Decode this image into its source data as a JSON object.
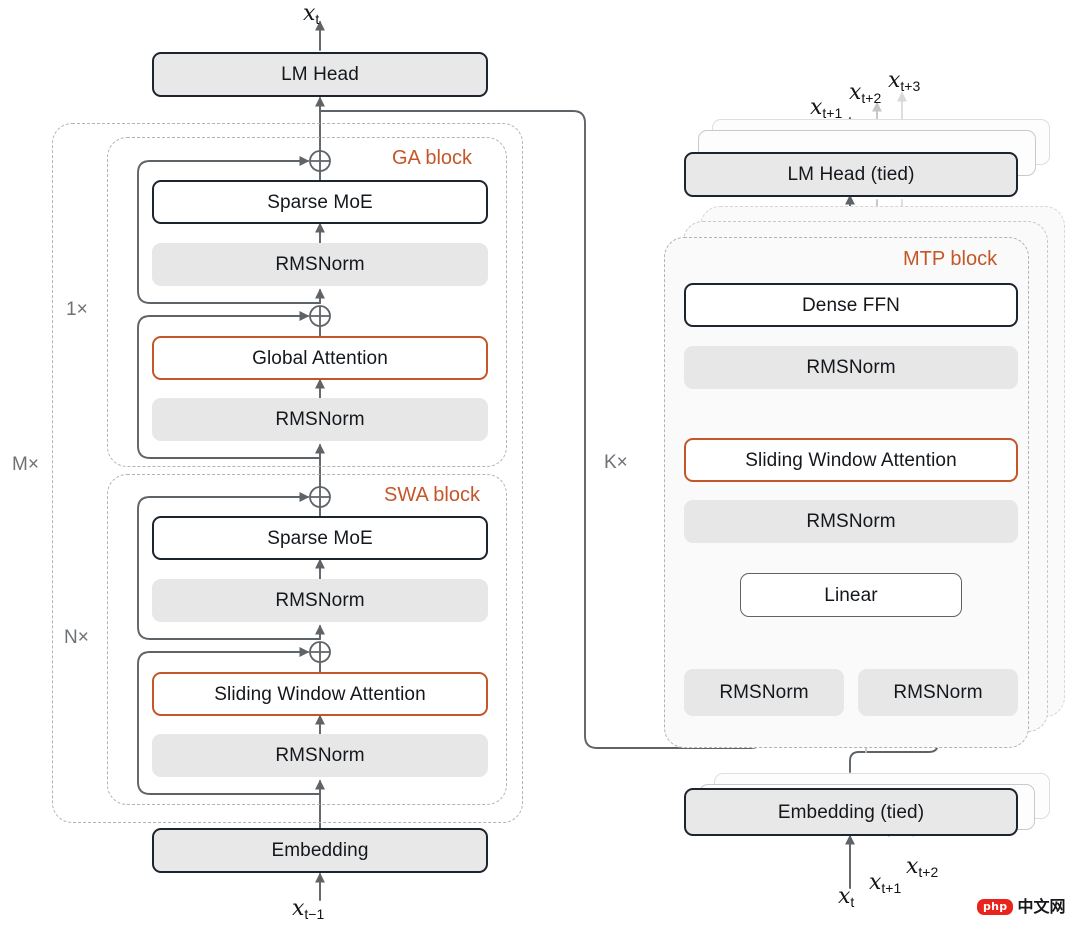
{
  "figure": {
    "title": "Hybrid attention LLM architecture with MTP heads",
    "colors": {
      "accent_orange": "#c4572a",
      "box_border_dark": "#1c2430",
      "norm_fill": "#e7e7e7",
      "shadow_fill": "#e8e8e8",
      "dashed_frame": "#b3b3b3",
      "arrow_gray": "#5e6368",
      "mult_label": "#6d7276"
    }
  },
  "main_stack": {
    "output_token": {
      "base": "x",
      "sub": "t"
    },
    "input_token": {
      "base": "x",
      "sub": "t−1"
    },
    "lm_head": "LM Head",
    "embedding": "Embedding",
    "outer_multiplier": "M×",
    "ga_block": {
      "label": "GA block",
      "multiplier": "1×",
      "layers": [
        "Sparse MoE",
        "RMSNorm",
        "Global Attention",
        "RMSNorm"
      ]
    },
    "swa_block": {
      "label": "SWA block",
      "multiplier": "N×",
      "layers": [
        "Sparse MoE",
        "RMSNorm",
        "Sliding Window Attention",
        "RMSNorm"
      ]
    }
  },
  "mtp_stack": {
    "lm_head": "LM Head (tied)",
    "embedding": "Embedding (tied)",
    "multiplier": "K×",
    "block_label": "MTP block",
    "layers": [
      "Dense FFN",
      "RMSNorm",
      "Sliding Window Attention",
      "RMSNorm",
      "Linear"
    ],
    "norm_left": "RMSNorm",
    "norm_right": "RMSNorm",
    "output_tokens": [
      {
        "base": "x",
        "sub": "t+1"
      },
      {
        "base": "x",
        "sub": "t+2"
      },
      {
        "base": "x",
        "sub": "t+3"
      }
    ],
    "input_tokens": [
      {
        "base": "x",
        "sub": "t"
      },
      {
        "base": "x",
        "sub": "t+1"
      },
      {
        "base": "x",
        "sub": "t+2"
      }
    ]
  },
  "watermark": {
    "badge": "php",
    "text": "中文网"
  }
}
